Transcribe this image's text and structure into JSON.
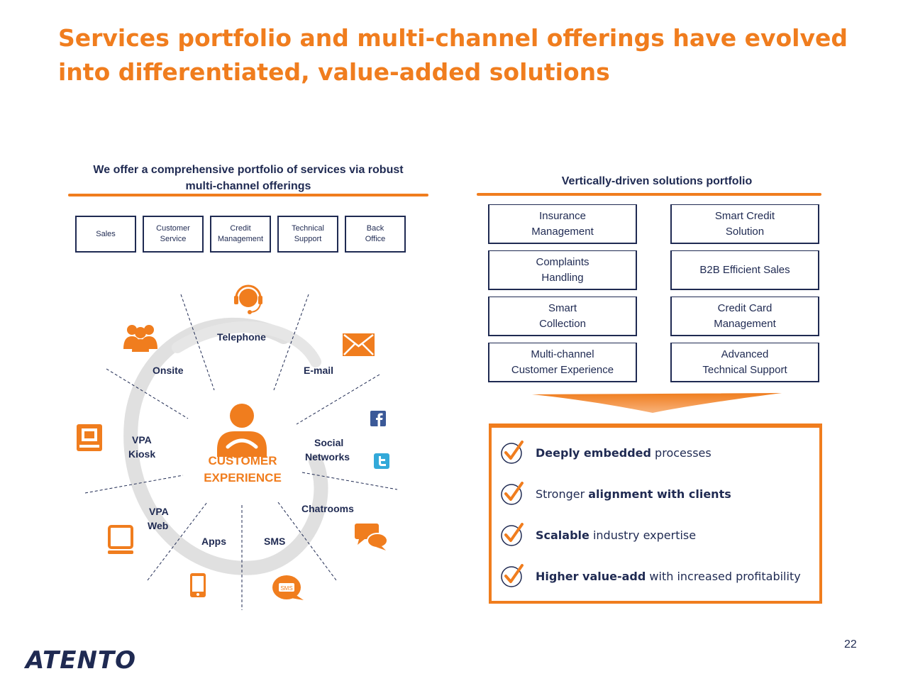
{
  "title": "Services portfolio and multi-channel offerings have evolved into differentiated, value-added solutions",
  "left_heading": {
    "line1": "We offer a comprehensive portfolio of services via robust",
    "line2": "multi-channel offerings"
  },
  "right_heading": "Vertically-driven solutions portfolio",
  "services": [
    {
      "line1": "Sales",
      "line2": ""
    },
    {
      "line1": "Customer",
      "line2": "Service"
    },
    {
      "line1": "Credit",
      "line2": "Management"
    },
    {
      "line1": "Technical",
      "line2": "Support"
    },
    {
      "line1": "Back",
      "line2": "Office"
    }
  ],
  "channels": {
    "telephone": "Telephone",
    "email": "E-mail",
    "onsite": "Onsite",
    "social_line1": "Social",
    "social_line2": "Networks",
    "vpa_kiosk_line1": "VPA",
    "vpa_kiosk_line2": "Kiosk",
    "chatrooms": "Chatrooms",
    "vpa_web_line1": "VPA",
    "vpa_web_line2": "Web",
    "apps": "Apps",
    "sms": "SMS",
    "sms_bubble": "SMS"
  },
  "customer_experience": {
    "line1": "CUSTOMER",
    "line2": "EXPERIENCE"
  },
  "solutions": [
    {
      "line1": "Insurance",
      "line2": "Management"
    },
    {
      "line1": "Smart Credit",
      "line2": "Solution"
    },
    {
      "line1": "Complaints",
      "line2": "Handling"
    },
    {
      "line1": "B2B Efficient Sales",
      "line2": ""
    },
    {
      "line1": "Smart",
      "line2": "Collection"
    },
    {
      "line1": "Credit Card",
      "line2": "Management"
    },
    {
      "line1": "Multi-channel",
      "line2": "Customer Experience"
    },
    {
      "line1": "Advanced",
      "line2": "Technical Support"
    }
  ],
  "benefits": [
    {
      "pre": "",
      "bold": "Deeply embedded",
      "post": " processes"
    },
    {
      "pre": "Stronger ",
      "bold": "alignment with clients",
      "post": ""
    },
    {
      "pre": "",
      "bold": "Scalable",
      "post": " industry expertise"
    },
    {
      "pre": "",
      "bold": "Higher value-add",
      "post": " with increased profitability"
    }
  ],
  "page_number": "22",
  "logo_text": "ATENTO",
  "colors": {
    "accent": "#f07d1e",
    "navy": "#1f2a52",
    "ring": "#dcdcdc"
  },
  "icons": [
    "headset-icon",
    "group-icon",
    "envelope-icon",
    "kiosk-icon",
    "facebook-icon",
    "twitter-icon",
    "customer-person-icon",
    "computer-icon",
    "chat-bubbles-icon",
    "mobile-phone-icon",
    "sms-bubble-icon",
    "checkmark-icon"
  ]
}
